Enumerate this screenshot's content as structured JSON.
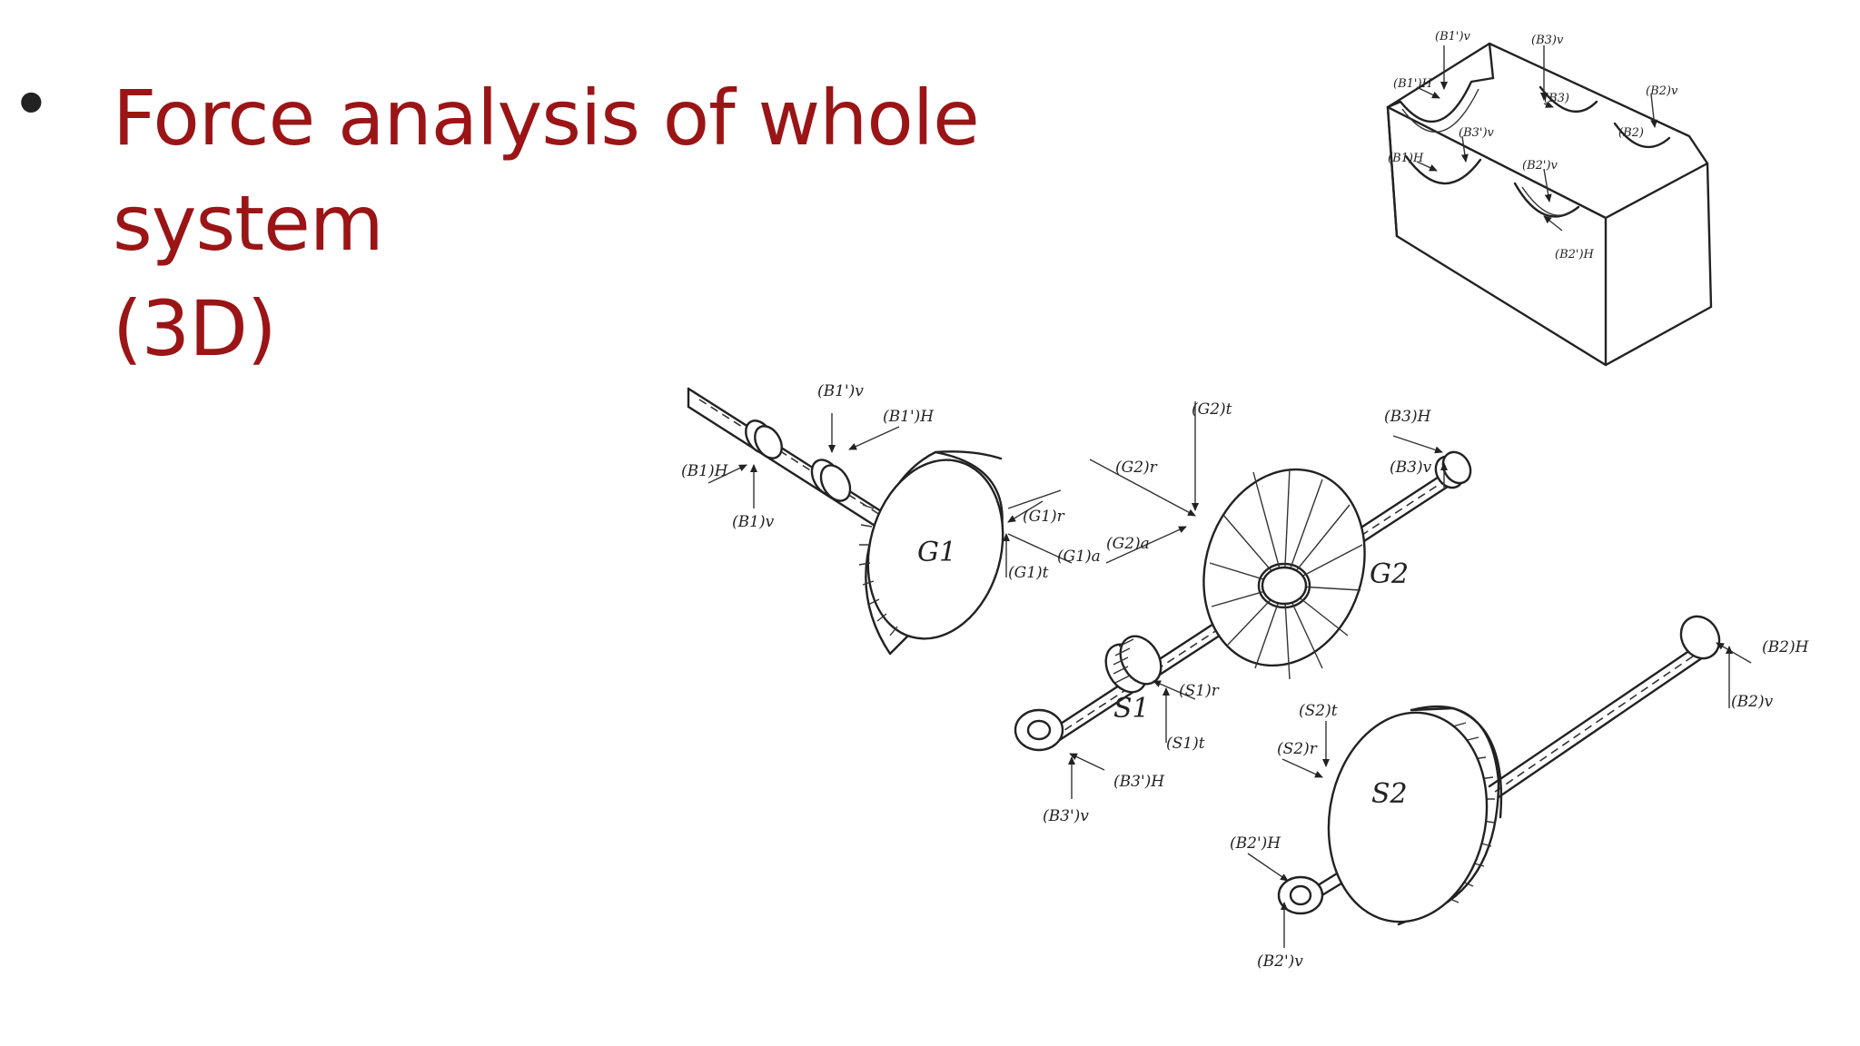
{
  "slide": {
    "bullet": "•",
    "title_line1": "Force analysis of whole system",
    "title_line2": "(3D)"
  },
  "diagram": {
    "components": {
      "G1": "G1",
      "G2": "G2",
      "S1": "S1",
      "S2": "S2"
    },
    "housing_labels": {
      "b1p_v": "(B1')v",
      "b3_v": "(B3)v",
      "b1p_h": "(B1')H",
      "b3": "(B3)",
      "b2_v": "(B2)v",
      "b3p_v": "(B3')v",
      "b2": "(B2)",
      "b1_h": "(B1)H",
      "b2p_v": "(B2')v",
      "b2p_h": "(B2')H"
    },
    "force_labels": {
      "b1p_v": "(B1')v",
      "b1p_h": "(B1')H",
      "b1_h": "(B1)H",
      "b1_v": "(B1)v",
      "g1_r": "(G1)r",
      "g1_a": "(G1)a",
      "g1_t": "(G1)t",
      "g2_t": "(G2)t",
      "g2_r": "(G2)r",
      "g2_a": "(G2)a",
      "b3_h": "(B3)H",
      "b3_v": "(B3)v",
      "s1_r": "(S1)r",
      "s1_t": "(S1)t",
      "b3p_h": "(B3')H",
      "b3p_v": "(B3')v",
      "s2_t": "(S2)t",
      "s2_r": "(S2)r",
      "b2_h": "(B2)H",
      "b2_v": "(B2)v",
      "b2p_h": "(B2')H",
      "b2p_v": "(B2')v"
    }
  }
}
